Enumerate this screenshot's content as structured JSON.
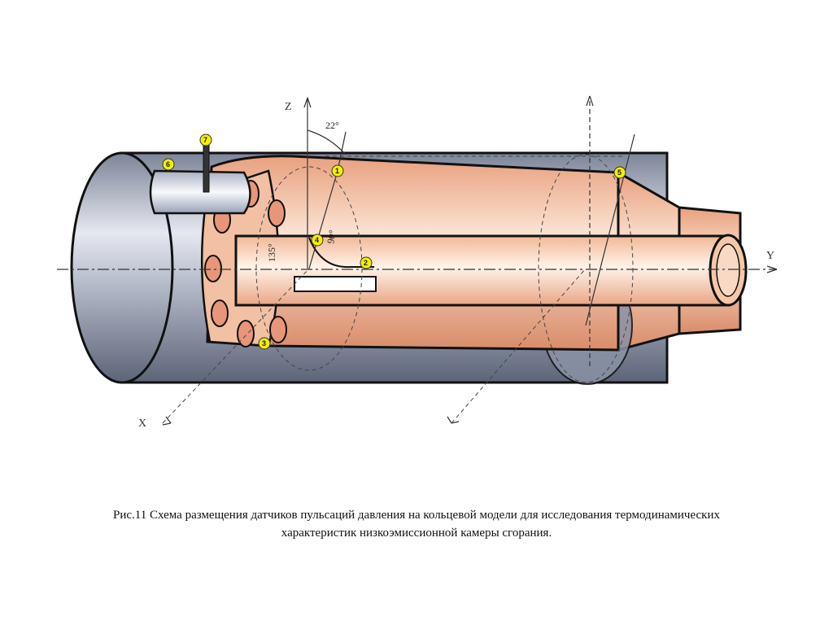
{
  "axes": {
    "z": "Z",
    "x": "X",
    "y": "Y"
  },
  "angles": {
    "a22": "22°",
    "a90": "90°",
    "a135": "135°"
  },
  "sensors": [
    "1",
    "2",
    "3",
    "4",
    "5",
    "6",
    "7"
  ],
  "caption": {
    "line1": "Рис.11  Схема размещения датчиков пульсаций давления на кольцевой модели для исследования термодинамических",
    "line2": "характеристик низкоэмиссионной камеры сгорания."
  },
  "colors": {
    "outer": "#8e96a8",
    "peach": "#f4c6a8",
    "hole": "#e89a80",
    "marker": "#f2f000"
  }
}
